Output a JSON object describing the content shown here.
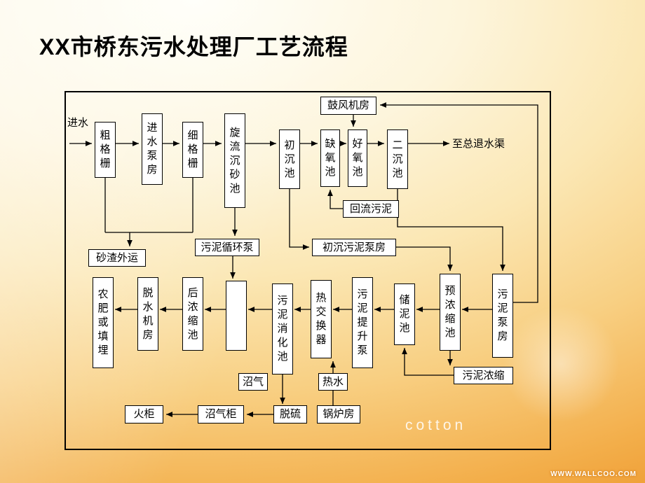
{
  "slide": {
    "title": "XX市桥东污水处理厂工艺流程"
  },
  "watermarks": {
    "cotton": "cotton",
    "site": "WWW.WALLCOO.COM"
  },
  "nodes": {
    "jin_shui": "进水",
    "cu_ge_shan": "粗格栅",
    "jin_shui_beng_fang": "进水泵房",
    "xi_ge_shan": "细格栅",
    "xuan_liu_chen_sha_chi": "旋流沉砂池",
    "chu_chen_chi": "初沉池",
    "que_yang_chi": "缺氧池",
    "hao_yang_chi": "好氧池",
    "er_chen_chi": "二沉池",
    "gu_feng_ji_fang": "鼓风机房",
    "zhi_zong_tui_shui_qu": "至总退水渠",
    "hui_liu_wu_ni": "回流污泥",
    "sha_zha_wai_yun": "砂渣外运",
    "wu_ni_xun_huan_beng": "污泥循环泵",
    "chu_chen_wu_ni_beng_fang": "初沉污泥泵房",
    "nong_fei_huo_tian_mai": "农肥或填埋",
    "tuo_shui_ji_fang": "脱水机房",
    "hou_nong_suo_chi": "后浓缩池",
    "unlabeled": "",
    "wu_ni_xiao_hua_chi": "污泥消化池",
    "re_jiao_huan_qi": "热交换器",
    "wu_ni_ti_sheng_beng": "污泥提升泵",
    "chu_ni_chi": "储泥池",
    "yu_nong_suo_chi": "预浓缩池",
    "wu_ni_beng_fang": "污泥泵房",
    "wu_ni_nong_suo": "污泥浓缩",
    "zhao_qi": "沼气",
    "re_shui": "热水",
    "huo_gui": "火柜",
    "zhao_qi_gui": "沼气柜",
    "tuo_liu": "脱硫",
    "guo_lu_fang": "锅炉房"
  }
}
